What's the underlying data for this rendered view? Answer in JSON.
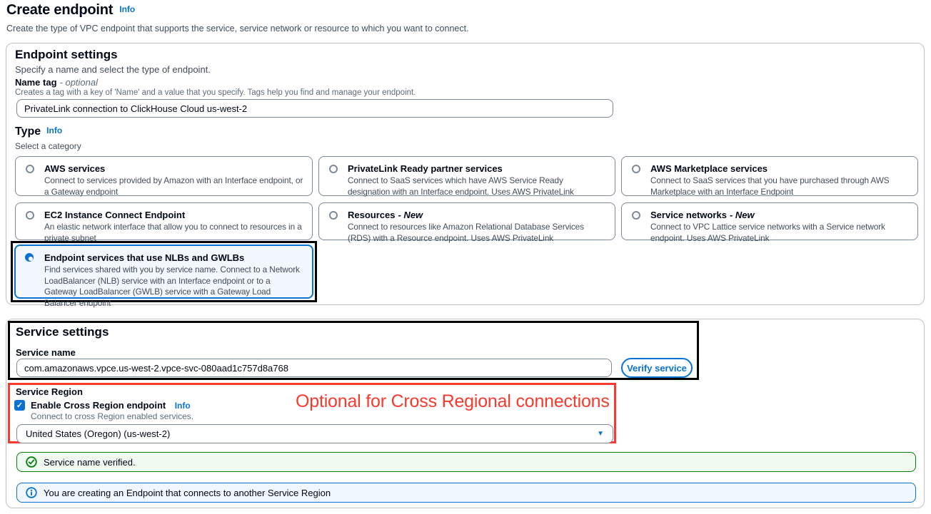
{
  "page": {
    "title": "Create endpoint",
    "title_info": "Info",
    "subtitle": "Create the type of VPC endpoint that supports the service, service network or resource to which you want to connect."
  },
  "endpoint_settings": {
    "heading": "Endpoint settings",
    "description": "Specify a name and select the type of endpoint.",
    "name_tag": {
      "label": "Name tag",
      "optional": "- optional",
      "hint": "Creates a tag with a key of 'Name' and a value that you specify. Tags help you find and manage your endpoint.",
      "value": "PrivateLink connection to ClickHouse Cloud us-west-2"
    },
    "type": {
      "heading": "Type",
      "info": "Info",
      "description": "Select a category",
      "options": [
        {
          "title": "AWS services",
          "suffix": "",
          "description": "Connect to services provided by Amazon with an Interface endpoint, or a Gateway endpoint",
          "selected": false
        },
        {
          "title": "PrivateLink Ready partner services",
          "suffix": "",
          "description": "Connect to SaaS services which have AWS Service Ready designation with an Interface endpoint. Uses AWS PrivateLink",
          "selected": false
        },
        {
          "title": "AWS Marketplace services",
          "suffix": "",
          "description": "Connect to SaaS services that you have purchased through AWS Marketplace with an Interface Endpoint",
          "selected": false
        },
        {
          "title": "EC2 Instance Connect Endpoint",
          "suffix": "",
          "description": "An elastic network interface that allow you to connect to resources in a private subnet",
          "selected": false
        },
        {
          "title": "Resources",
          "suffix": "- New",
          "description": "Connect to resources like Amazon Relational Database Services (RDS) with a Resource endpoint. Uses AWS PrivateLink",
          "selected": false
        },
        {
          "title": "Service networks",
          "suffix": "- New",
          "description": "Connect to VPC Lattice service networks with a Service network endpoint. Uses AWS PrivateLink",
          "selected": false
        },
        {
          "title": "Endpoint services that use NLBs and GWLBs",
          "suffix": "",
          "description": "Find services shared with you by service name. Connect to a Network LoadBalancer (NLB) service with an Interface endpoint or to a Gateway LoadBalancer (GWLB) service with a Gateway Load Balancer endpoint",
          "selected": true
        }
      ]
    }
  },
  "service_settings": {
    "heading": "Service settings",
    "service_name": {
      "label": "Service name",
      "value": "com.amazonaws.vpce.us-west-2.vpce-svc-080aad1c757d8a768",
      "verify_button": "Verify service"
    },
    "service_region": {
      "label": "Service Region",
      "checkbox_label": "Enable Cross Region endpoint",
      "info": "Info",
      "hint": "Connect to cross Region enabled services.",
      "selected_region": "United States (Oregon) (us-west-2)",
      "checkbox_checked": true
    },
    "annotation_text": "Optional for Cross Regional connections",
    "success_banner": "Service name verified.",
    "info_banner": "You are creating an Endpoint that connects to another Service Region"
  },
  "colors": {
    "accent_blue": "#0972d3",
    "success_green": "#037f0c",
    "annotation_red": "#f8392e",
    "annotation_black": "#000000"
  }
}
